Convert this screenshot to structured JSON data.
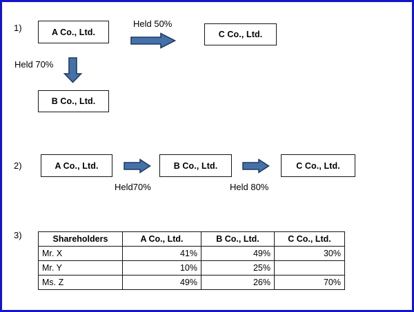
{
  "meta": {
    "border_color": "#1414cc",
    "arrow_fill": "#4472a8",
    "arrow_stroke": "#1f3864",
    "box_border": "#141414"
  },
  "sections": [
    {
      "label": "1)",
      "boxes": [
        {
          "id": "a-co",
          "text": "A Co., Ltd."
        },
        {
          "id": "c-co",
          "text": "C Co., Ltd."
        },
        {
          "id": "b-co",
          "text": "B Co., Ltd."
        }
      ],
      "arrows": [
        {
          "id": "a-to-c",
          "direction": "right",
          "label": "Held 50%"
        },
        {
          "id": "a-to-b",
          "direction": "down",
          "label": "Held 70%"
        }
      ]
    },
    {
      "label": "2)",
      "boxes": [
        {
          "id": "a-co",
          "text": "A Co., Ltd."
        },
        {
          "id": "b-co",
          "text": "B Co., Ltd."
        },
        {
          "id": "c-co",
          "text": "C Co., Ltd."
        }
      ],
      "arrows": [
        {
          "id": "a-to-b",
          "direction": "right",
          "label": "Held70%"
        },
        {
          "id": "b-to-c",
          "direction": "right",
          "label": "Held 80%"
        }
      ]
    },
    {
      "label": "3)"
    }
  ],
  "chart_data": {
    "type": "table",
    "title": "",
    "columns": [
      "Shareholders",
      "A  Co., Ltd.",
      "B  Co., Ltd.",
      "C  Co., Ltd."
    ],
    "rows": [
      {
        "name": "Mr. X",
        "a": "41%",
        "b": "49%",
        "c": "30%"
      },
      {
        "name": "Mr. Y",
        "a": "10%",
        "b": "25%",
        "c": ""
      },
      {
        "name": "Ms. Z",
        "a": "49%",
        "b": "26%",
        "c": "70%"
      }
    ]
  }
}
